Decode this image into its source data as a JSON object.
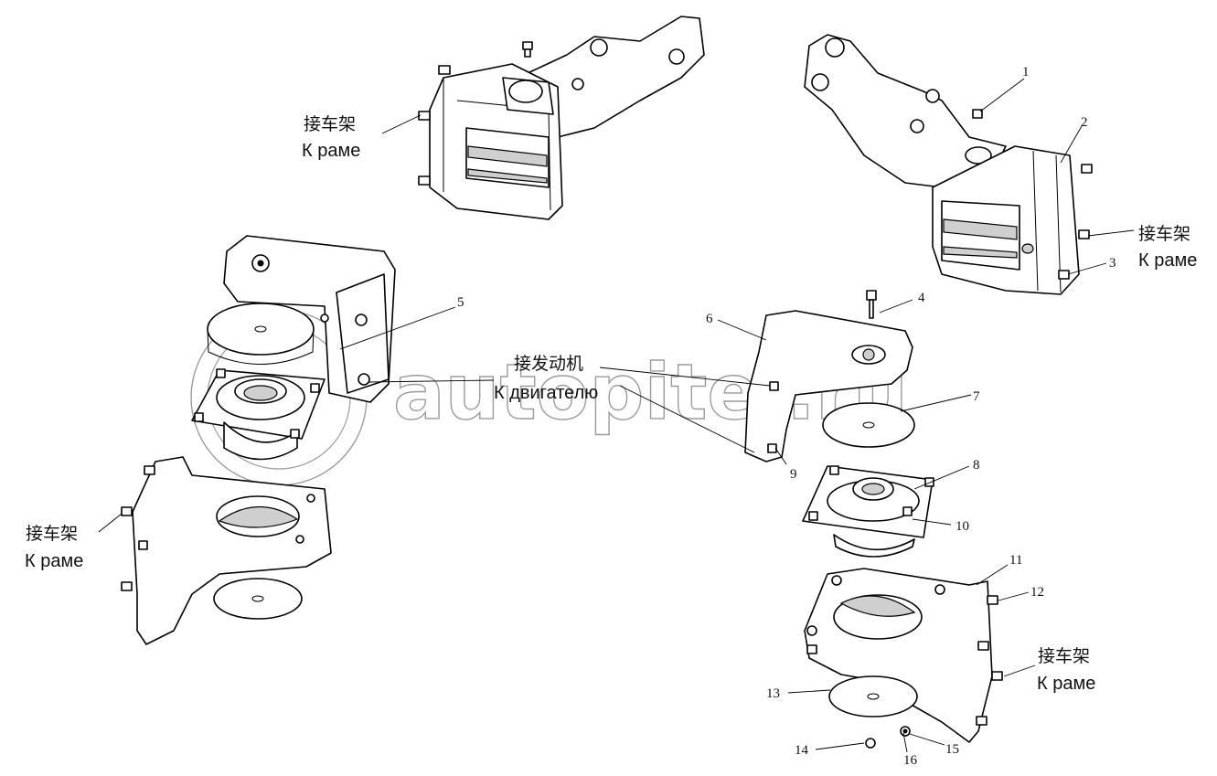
{
  "watermark": "autopiter.ru",
  "labels": {
    "frame_cn": "接车架",
    "frame_ru": "К раме",
    "engine_cn": "接发动机",
    "engine_ru": "К двигателю"
  },
  "callouts": [
    "1",
    "2",
    "3",
    "4",
    "5",
    "6",
    "7",
    "8",
    "9",
    "10",
    "11",
    "12",
    "13",
    "14",
    "15",
    "16"
  ]
}
